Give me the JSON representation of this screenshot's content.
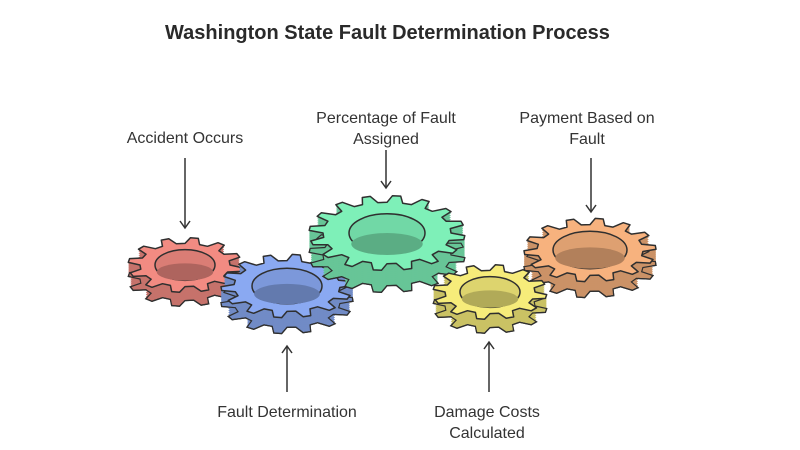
{
  "title": "Washington State Fault Determination Process",
  "steps": [
    {
      "label": "Accident Occurs",
      "color": "#f28b82"
    },
    {
      "label": "Fault Determination",
      "color": "#8aa9f2"
    },
    {
      "label": "Percentage of Fault Assigned",
      "color": "#7ef0b8"
    },
    {
      "label": "Damage Costs Calculated",
      "color": "#f6ec7a"
    },
    {
      "label": "Payment Based on Fault",
      "color": "#f7b27e"
    }
  ],
  "colors": {
    "outline": "#2f2f2f",
    "arrow": "#333333",
    "text": "#333333"
  },
  "icons": [
    "gear-icon",
    "arrow-down-icon",
    "arrow-up-icon"
  ]
}
